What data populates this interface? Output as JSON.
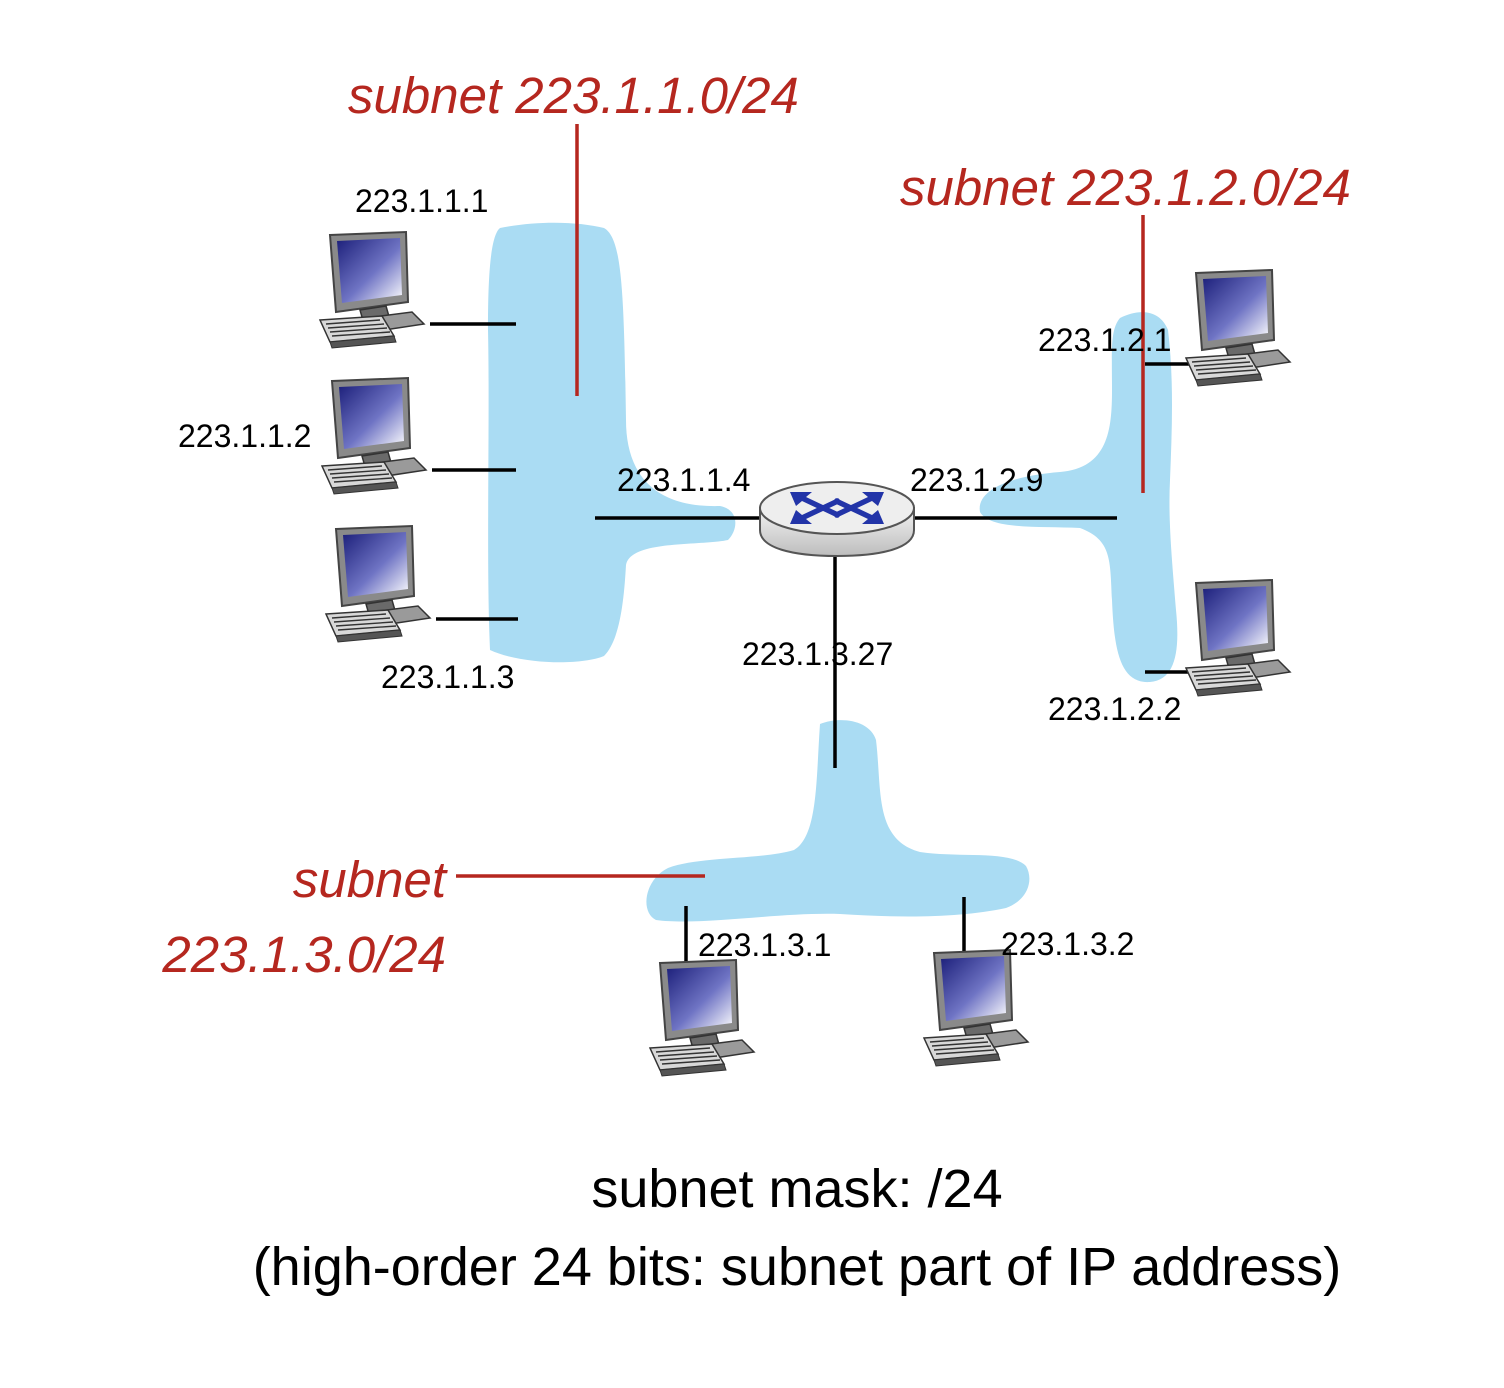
{
  "colors": {
    "subnet_blob": "#aadcf3",
    "subnet_label": "#b5271f",
    "router_body": "#d9d9d9",
    "router_arrows": "#2234a8",
    "monitor_screen": "#3b3f9e"
  },
  "subnets": {
    "s1": {
      "label": "subnet 223.1.1.0/24"
    },
    "s2": {
      "label": "subnet 223.1.2.0/24"
    },
    "s3": {
      "label_line1": "subnet",
      "label_line2": "223.1.3.0/24"
    }
  },
  "hosts": {
    "h111": "223.1.1.1",
    "h112": "223.1.1.2",
    "h113": "223.1.1.3",
    "h121": "223.1.2.1",
    "h122": "223.1.2.2",
    "h131": "223.1.3.1",
    "h132": "223.1.3.2"
  },
  "router": {
    "if1": "223.1.1.4",
    "if2": "223.1.2.9",
    "if3": "223.1.3.27",
    "icon": "router-icon"
  },
  "caption": {
    "line1": "subnet mask: /24",
    "line2": "(high-order 24 bits: subnet part of IP address)"
  }
}
